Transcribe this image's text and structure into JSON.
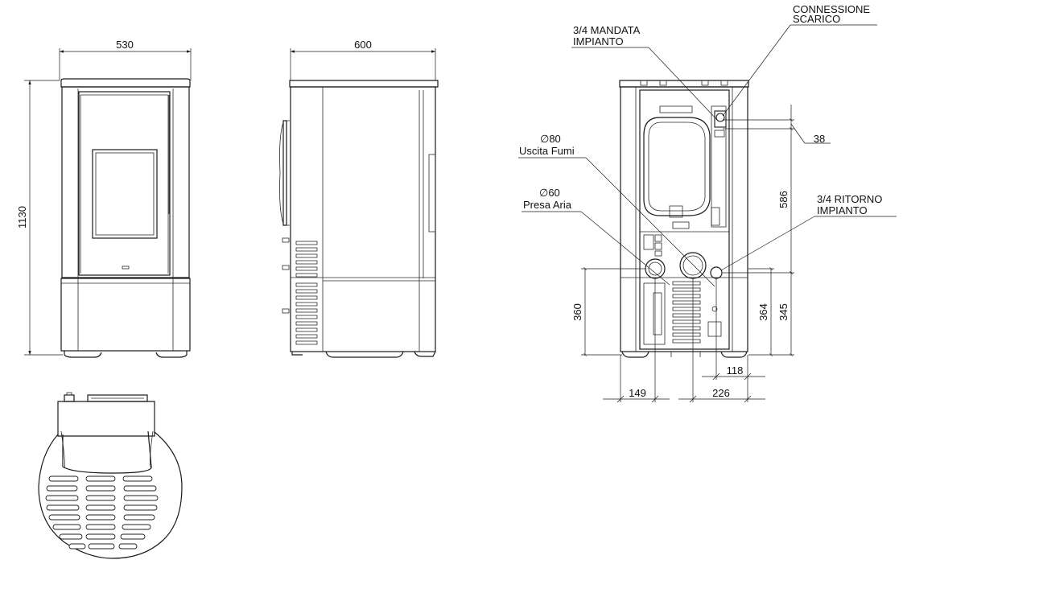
{
  "dimensions": {
    "width_front": "530",
    "depth_side": "600",
    "height": "1130",
    "fitting_offset_top": "38",
    "fitting_height_586": "586",
    "air_inlet_height": "360",
    "return_height": "364",
    "drain_height": "345",
    "air_inlet_horizontal": "149",
    "flue_horizontal": "226",
    "return_horizontal": "118"
  },
  "labels": {
    "drain_line1": "CONNESSIONE",
    "drain_line2": "SCARICO",
    "flow_line1": "3/4 MANDATA",
    "flow_line2": "IMPIANTO",
    "return_line1": "3/4 RITORNO",
    "return_line2": "IMPIANTO",
    "flue_diameter": "∅80",
    "flue_name": "Uscita Fumi",
    "air_diameter": "∅60",
    "air_name": "Presa Aria"
  },
  "icons": {
    "diameter_symbol": "diameter-icon"
  }
}
